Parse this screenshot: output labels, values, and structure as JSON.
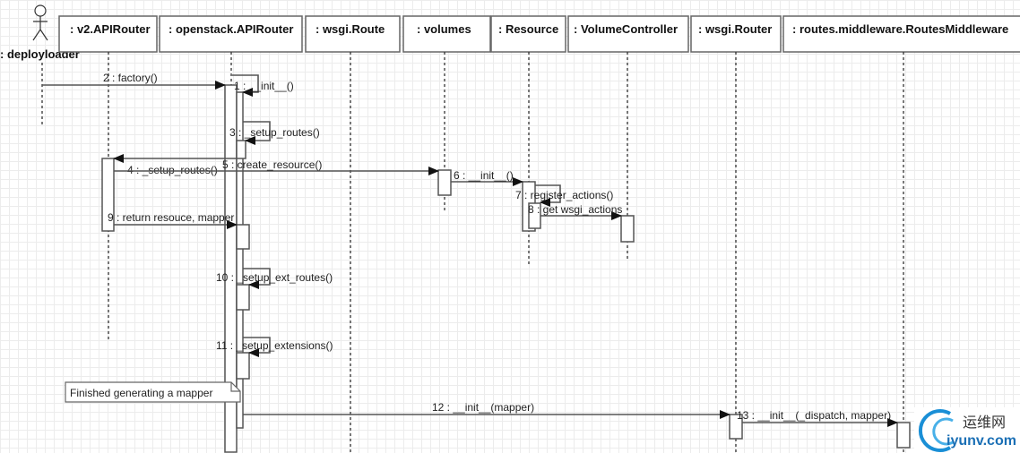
{
  "actor": {
    "label": ": deployloader"
  },
  "lifelines": [
    {
      "label": ": v2.APIRouter"
    },
    {
      "label": ": openstack.APIRouter"
    },
    {
      "label": ": wsgi.Route"
    },
    {
      "label": ": volumes"
    },
    {
      "label": ": Resource"
    },
    {
      "label": ": VolumeController"
    },
    {
      "label": ": wsgi.Router"
    },
    {
      "label": ": routes.middleware.RoutesMiddleware"
    }
  ],
  "messages": [
    {
      "label": "2 : factory()"
    },
    {
      "label": "1 : __init__()"
    },
    {
      "label": "3 : _setup_routes()"
    },
    {
      "label": "4 : _setup_routes()"
    },
    {
      "label": "5 : create_resource()"
    },
    {
      "label": "6 : __init__()"
    },
    {
      "label": "7 : register_actions()"
    },
    {
      "label": "8 : get wsgi_actions"
    },
    {
      "label": "9 : return resouce, mapper"
    },
    {
      "label": "10 : _setup_ext_routes()"
    },
    {
      "label": "11 : _setup_extensions()"
    },
    {
      "label": "12 : __init__(mapper)"
    },
    {
      "label": "13 : __init__(_dispatch, mapper)"
    }
  ],
  "note": {
    "text": "Finished generating a  mapper"
  },
  "watermark": {
    "cn": "运维网",
    "en": "iyunv.com"
  }
}
